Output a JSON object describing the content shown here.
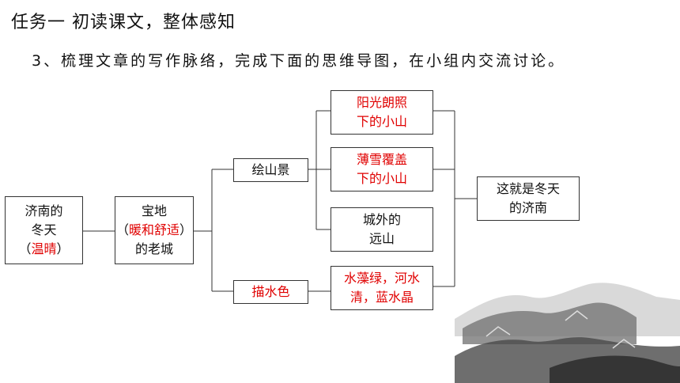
{
  "header": {
    "task_title": "任务一  初读课文，整体感知",
    "instruction": "3、梳理文章的写作脉络，完成下面的思维导图，在小组内交流讨论。"
  },
  "mindmap": {
    "root": {
      "line1": "济南的",
      "line2": "冬天",
      "paren_open": "（",
      "highlight": "温晴",
      "paren_close": "）"
    },
    "level1": {
      "line1": "宝地",
      "paren_open": "（",
      "highlight": "暖和舒适",
      "paren_close": "）",
      "line3": "的老城"
    },
    "branch_mountain": "绘山景",
    "branch_water": "描水色",
    "leaf_sunlit": {
      "line1": "阳光朗照",
      "line2": "下的小山"
    },
    "leaf_snow": {
      "line1": "薄雪覆盖",
      "line2": "下的小山"
    },
    "leaf_distant": {
      "line1": "城外的",
      "line2": "远山"
    },
    "leaf_water": {
      "line1": "水藻绿，河水",
      "line2": "清，蓝水晶"
    },
    "conclusion": {
      "line1": "这就是冬天",
      "line2": "的济南"
    }
  },
  "colors": {
    "highlight": "#e00000",
    "border": "#333333"
  }
}
